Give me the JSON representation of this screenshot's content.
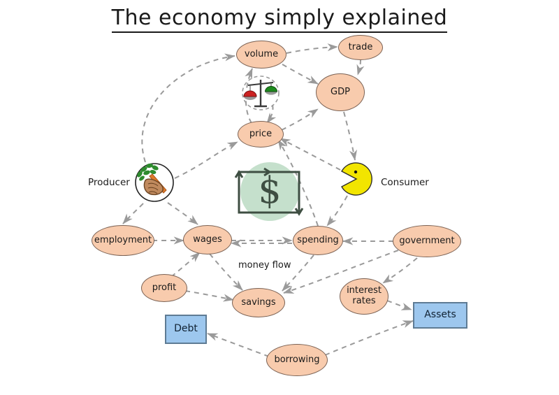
{
  "title": "The economy simply explained",
  "nodes": {
    "volume": "volume",
    "trade": "trade",
    "gdp": "GDP",
    "price": "price",
    "employment": "employment",
    "wages": "wages",
    "spending": "spending",
    "government": "government",
    "profit": "profit",
    "savings": "savings",
    "interest_rates": "interest rates",
    "interest_rates_line1": "interest",
    "interest_rates_line2": "rates",
    "borrowing": "borrowing",
    "debt": "Debt",
    "assets": "Assets"
  },
  "labels": {
    "producer": "Producer",
    "consumer": "Consumer",
    "money_flow": "money flow",
    "dollar": "$"
  },
  "icons": {
    "producer": "hand-holding-carrot-icon",
    "consumer": "pacman-icon",
    "money_flow": "dollar-cycle-icon",
    "price_scale": "balance-scale-icon"
  },
  "colors": {
    "ellipse_fill": "#F8CBAD",
    "ellipse_stroke": "#7B6254",
    "rect_fill": "#9DC7EE",
    "rect_stroke": "#5E7B94",
    "arrow": "#9A9A9A",
    "money_circle": "#C5E0CC",
    "consumer_fill": "#F2E500",
    "background": "#FFFFFF"
  },
  "graph": {
    "edges": [
      {
        "from": "producer",
        "to": "volume"
      },
      {
        "from": "producer",
        "to": "price"
      },
      {
        "from": "producer",
        "to": "employment"
      },
      {
        "from": "producer",
        "to": "wages"
      },
      {
        "from": "volume",
        "to": "trade"
      },
      {
        "from": "volume",
        "to": "gdp"
      },
      {
        "from": "trade",
        "to": "gdp"
      },
      {
        "from": "price",
        "to": "volume"
      },
      {
        "from": "price",
        "to": "gdp"
      },
      {
        "from": "spending",
        "to": "price"
      },
      {
        "from": "consumer",
        "to": "price"
      },
      {
        "from": "gdp",
        "to": "consumer"
      },
      {
        "from": "consumer",
        "to": "spending"
      },
      {
        "from": "employment",
        "to": "wages"
      },
      {
        "from": "wages",
        "to": "spending"
      },
      {
        "from": "spending",
        "to": "wages"
      },
      {
        "from": "government",
        "to": "spending"
      },
      {
        "from": "government",
        "to": "savings"
      },
      {
        "from": "government",
        "to": "interest_rates"
      },
      {
        "from": "profit",
        "to": "wages"
      },
      {
        "from": "profit",
        "to": "savings"
      },
      {
        "from": "wages",
        "to": "savings"
      },
      {
        "from": "spending",
        "to": "savings"
      },
      {
        "from": "savings",
        "to": "spending"
      },
      {
        "from": "interest_rates",
        "to": "assets"
      },
      {
        "from": "borrowing",
        "to": "assets"
      },
      {
        "from": "borrowing",
        "to": "debt"
      }
    ]
  }
}
